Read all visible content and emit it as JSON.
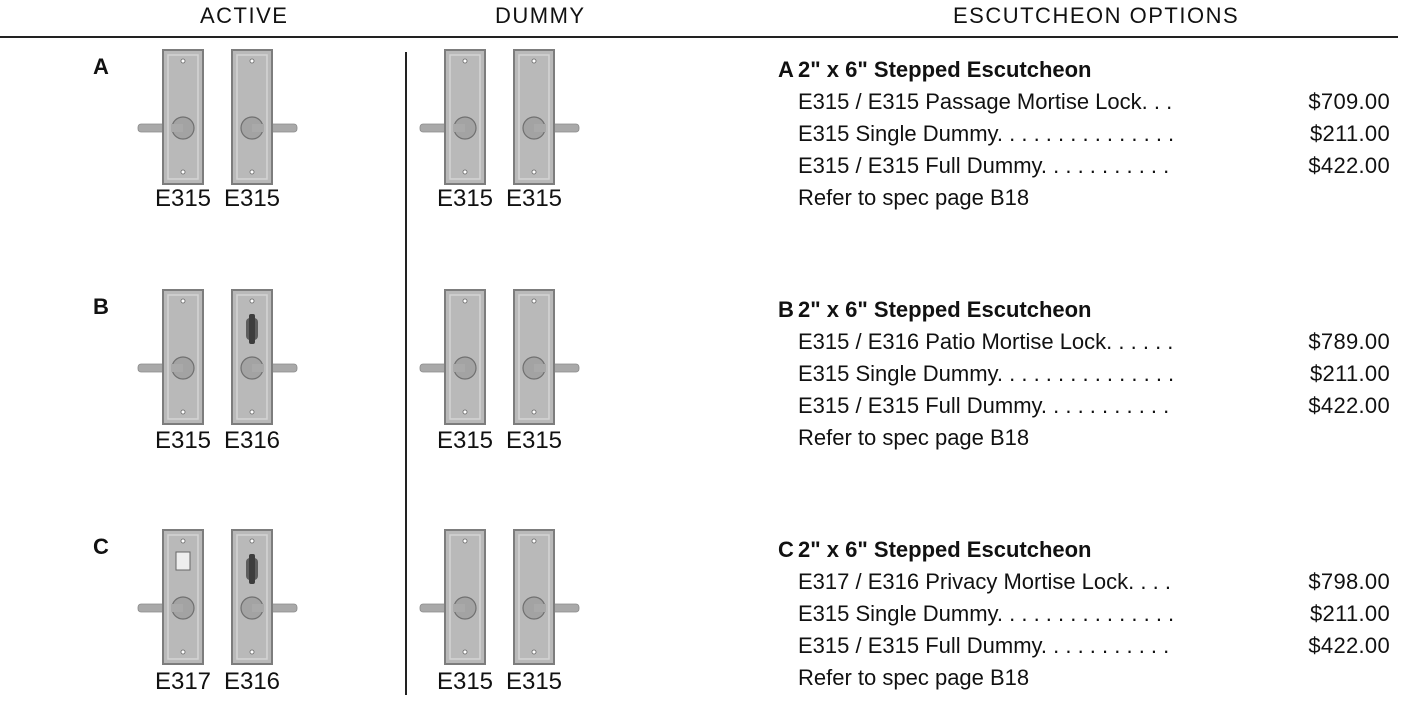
{
  "headers": {
    "active": "ACTIVE",
    "dummy": "DUMMY",
    "options": "ESCUTCHEON OPTIONS"
  },
  "rows": [
    {
      "letter": "A",
      "active": [
        {
          "code": "E315",
          "feature": "none",
          "dir": "left"
        },
        {
          "code": "E315",
          "feature": "none",
          "dir": "right"
        }
      ],
      "dummy": [
        {
          "code": "E315",
          "feature": "none",
          "dir": "left"
        },
        {
          "code": "E315",
          "feature": "none",
          "dir": "right"
        }
      ]
    },
    {
      "letter": "B",
      "active": [
        {
          "code": "E315",
          "feature": "none",
          "dir": "left"
        },
        {
          "code": "E316",
          "feature": "thumbturn",
          "dir": "right"
        }
      ],
      "dummy": [
        {
          "code": "E315",
          "feature": "none",
          "dir": "left"
        },
        {
          "code": "E315",
          "feature": "none",
          "dir": "right"
        }
      ]
    },
    {
      "letter": "C",
      "active": [
        {
          "code": "E317",
          "feature": "button",
          "dir": "left"
        },
        {
          "code": "E316",
          "feature": "thumbturn",
          "dir": "right"
        }
      ],
      "dummy": [
        {
          "code": "E315",
          "feature": "none",
          "dir": "left"
        },
        {
          "code": "E315",
          "feature": "none",
          "dir": "right"
        }
      ]
    }
  ],
  "options": [
    {
      "letter": "A",
      "title": "2\" x 6\" Stepped Escutcheon",
      "lines": [
        {
          "desc": "E315 / E315 Passage Mortise Lock. . .",
          "price": "$709.00"
        },
        {
          "desc": "E315 Single Dummy. . . . . . . . . . . . . . .",
          "price": "$211.00"
        },
        {
          "desc": "E315 / E315 Full Dummy. . . . . . . . . . .",
          "price": "$422.00"
        }
      ],
      "note": "Refer to spec page B18"
    },
    {
      "letter": "B",
      "title": "2\" x 6\" Stepped Escutcheon",
      "lines": [
        {
          "desc": "E315 / E316 Patio Mortise Lock. . . . . .",
          "price": "$789.00"
        },
        {
          "desc": "E315 Single Dummy. . . . . . . . . . . . . . .",
          "price": "$211.00"
        },
        {
          "desc": "E315 / E315 Full Dummy. . . . . . . . . . .",
          "price": "$422.00"
        }
      ],
      "note": "Refer to spec page B18"
    },
    {
      "letter": "C",
      "title": "2\" x 6\" Stepped Escutcheon",
      "lines": [
        {
          "desc": "E317 / E316 Privacy Mortise Lock. . . .",
          "price": "$798.00"
        },
        {
          "desc": "E315 Single Dummy. . . . . . . . . . . . . . .",
          "price": "$211.00"
        },
        {
          "desc": "E315 / E315 Full Dummy. . . . . . . . . . .",
          "price": "$422.00"
        }
      ],
      "note": "Refer to spec page B18"
    }
  ],
  "colors": {
    "plate": "#b9b9b9",
    "plate_edge": "#7d7d7d",
    "lever": "#a9a9a9",
    "rule": "#222222"
  }
}
